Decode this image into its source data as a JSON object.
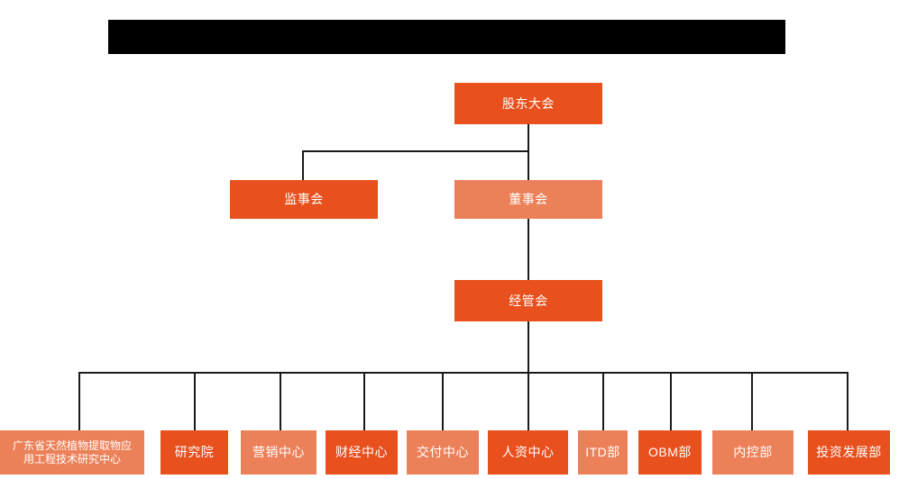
{
  "banner": {
    "name": "redacted-title-bar",
    "text": "",
    "color": "#000000"
  },
  "palette": {
    "dark_orange": "#E8501E",
    "light_orange": "#EC8159",
    "line": "#1a1a1a",
    "background": "#ffffff"
  },
  "chart_data": {
    "type": "diagram",
    "title": "",
    "subtype": "organization-chart",
    "orientation": "top-down",
    "levels": 4,
    "nodes": [
      {
        "id": "n1",
        "label": "股东大会",
        "level": 1,
        "tone": "dark",
        "parent": null
      },
      {
        "id": "n2",
        "label": "监事会",
        "level": 2,
        "tone": "dark",
        "parent": "n1"
      },
      {
        "id": "n3",
        "label": "董事会",
        "level": 2,
        "tone": "light",
        "parent": "n1"
      },
      {
        "id": "n4",
        "label": "经管会",
        "level": 3,
        "tone": "dark",
        "parent": "n3"
      },
      {
        "id": "n5",
        "label": "广东省天然植物提取物应用工程技术研究中心",
        "level": 4,
        "tone": "light",
        "parent": "n4"
      },
      {
        "id": "n6",
        "label": "研究院",
        "level": 4,
        "tone": "dark",
        "parent": "n4"
      },
      {
        "id": "n7",
        "label": "营销中心",
        "level": 4,
        "tone": "light",
        "parent": "n4"
      },
      {
        "id": "n8",
        "label": "财经中心",
        "level": 4,
        "tone": "dark",
        "parent": "n4"
      },
      {
        "id": "n9",
        "label": "交付中心",
        "level": 4,
        "tone": "light",
        "parent": "n4"
      },
      {
        "id": "n10",
        "label": "人资中心",
        "level": 4,
        "tone": "dark",
        "parent": "n4"
      },
      {
        "id": "n11",
        "label": "ITD部",
        "level": 4,
        "tone": "light",
        "parent": "n4"
      },
      {
        "id": "n12",
        "label": "OBM部",
        "level": 4,
        "tone": "dark",
        "parent": "n4"
      },
      {
        "id": "n13",
        "label": "内控部",
        "level": 4,
        "tone": "light",
        "parent": "n4"
      },
      {
        "id": "n14",
        "label": "投资发展部",
        "level": 4,
        "tone": "dark",
        "parent": "n4"
      }
    ]
  },
  "nodes": {
    "shareholders_meeting": "股东大会",
    "board_of_supervisors": "监事会",
    "board_of_directors": "董事会",
    "management_committee": "经管会",
    "research_center": "广东省天然植物提取物应用工程技术研究中心",
    "research_center_line1": "广东省天然植物提取物应",
    "research_center_line2": "用工程技术研究中心",
    "research_institute": "研究院",
    "marketing_center": "营销中心",
    "finance_center": "财经中心",
    "delivery_center": "交付中心",
    "hr_center": "人资中心",
    "itd_department": "ITD部",
    "obm_department": "OBM部",
    "internal_control_department": "内控部",
    "investment_development_department": "投资发展部"
  }
}
